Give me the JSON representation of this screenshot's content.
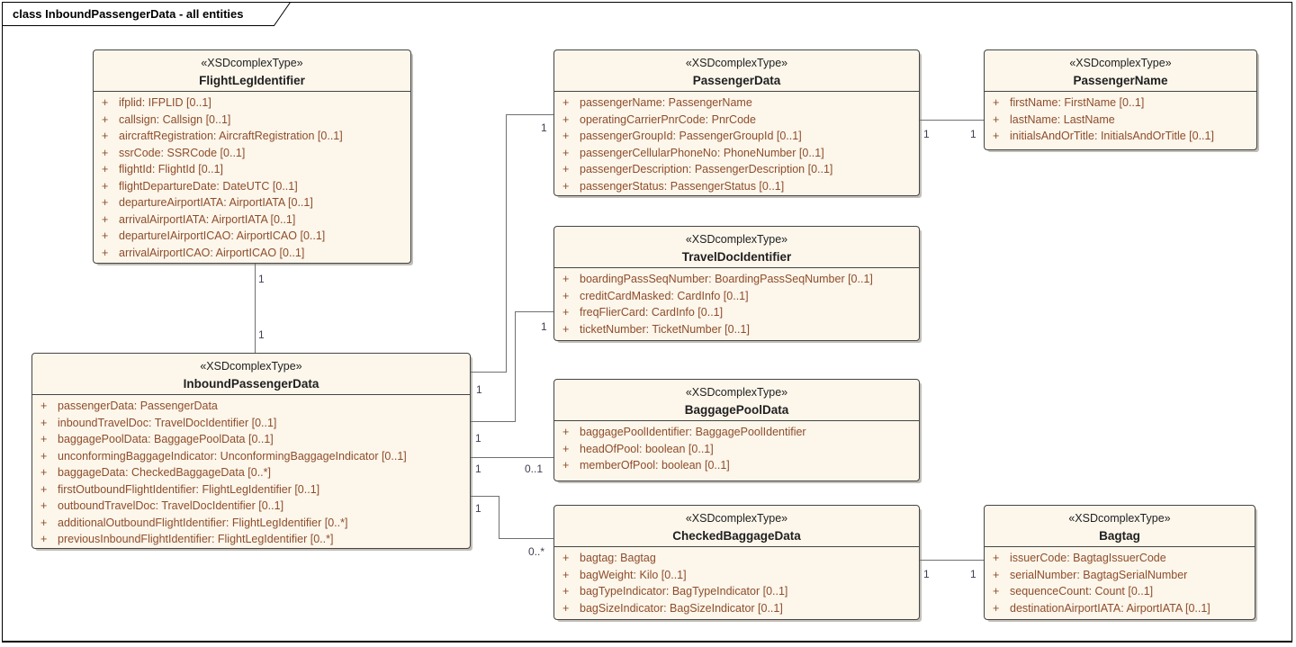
{
  "frame": {
    "title": "class InboundPassengerData - all entities"
  },
  "visibility_marker": "+",
  "colors": {
    "background": "#FFFFFF",
    "frame_border": "#000000",
    "box_fill": "#FCF6EB",
    "box_border": "#454545",
    "box_shadow": "#C3BFB7",
    "class_name_text": "#1F1F1F",
    "attribute_text": "#8E4D2A",
    "connector_line": "#707070",
    "multiplicity_text": "#3E3E52"
  },
  "classes": [
    {
      "stereotype": "«XSDcomplexType»",
      "name": "FlightLegIdentifier",
      "attributes": [
        "ifplid: IFPLID [0..1]",
        "callsign: Callsign [0..1]",
        "aircraftRegistration: AircraftRegistration [0..1]",
        "ssrCode: SSRCode [0..1]",
        "flightId: FlightId [0..1]",
        "flightDepartureDate: DateUTC [0..1]",
        "departureAirportIATA: AirportIATA [0..1]",
        "arrivalAirportIATA: AirportIATA [0..1]",
        "departureIAirportICAO: AirportICAO [0..1]",
        "arrivalAirportICAO: AirportICAO [0..1]"
      ]
    },
    {
      "stereotype": "«XSDcomplexType»",
      "name": "PassengerData",
      "attributes": [
        "passengerName: PassengerName",
        "operatingCarrierPnrCode: PnrCode",
        "passengerGroupId: PassengerGroupId [0..1]",
        "passengerCellularPhoneNo: PhoneNumber [0..1]",
        "passengerDescription: PassengerDescription [0..1]",
        "passengerStatus: PassengerStatus [0..1]"
      ]
    },
    {
      "stereotype": "«XSDcomplexType»",
      "name": "PassengerName",
      "attributes": [
        "firstName: FirstName [0..1]",
        "lastName: LastName",
        "initialsAndOrTitle: InitialsAndOrTitle [0..1]"
      ]
    },
    {
      "stereotype": "«XSDcomplexType»",
      "name": "TravelDocIdentifier",
      "attributes": [
        "boardingPassSeqNumber: BoardingPassSeqNumber [0..1]",
        "creditCardMasked: CardInfo [0..1]",
        "freqFlierCard: CardInfo [0..1]",
        "ticketNumber: TicketNumber [0..1]"
      ]
    },
    {
      "stereotype": "«XSDcomplexType»",
      "name": "InboundPassengerData",
      "attributes": [
        "passengerData: PassengerData",
        "inboundTravelDoc: TravelDocIdentifier [0..1]",
        "baggagePoolData: BaggagePoolData [0..1]",
        "unconformingBaggageIndicator: UnconformingBaggageIndicator [0..1]",
        "baggageData: CheckedBaggageData [0..*]",
        "firstOutboundFlightIdentifier: FlightLegIdentifier [0..1]",
        "outboundTravelDoc: TravelDocIdentifier [0..1]",
        "additionalOutboundFlightIdentifier: FlightLegIdentifier [0..*]",
        "previousInboundFlightIdentifier: FlightLegIdentifier [0..*]"
      ]
    },
    {
      "stereotype": "«XSDcomplexType»",
      "name": "BaggagePoolData",
      "attributes": [
        "baggagePoolIdentifier: BaggagePoolIdentifier",
        "headOfPool: boolean [0..1]",
        "memberOfPool: boolean [0..1]"
      ]
    },
    {
      "stereotype": "«XSDcomplexType»",
      "name": "CheckedBaggageData",
      "attributes": [
        "bagtag: Bagtag",
        "bagWeight: Kilo [0..1]",
        "bagTypeIndicator: BagTypeIndicator [0..1]",
        "bagSizeIndicator: BagSizeIndicator [0..1]"
      ]
    },
    {
      "stereotype": "«XSDcomplexType»",
      "name": "Bagtag",
      "attributes": [
        "issuerCode: BagtagIssuerCode",
        "serialNumber: BagtagSerialNumber",
        "sequenceCount: Count [0..1]",
        "destinationAirportIATA: AirportIATA [0..1]"
      ]
    }
  ],
  "connectors": [
    {
      "from": "FlightLegIdentifier",
      "to": "InboundPassengerData",
      "from_label": "1",
      "to_label": "1"
    },
    {
      "from": "PassengerData",
      "to": "InboundPassengerData",
      "from_label": "1",
      "to_label": "1"
    },
    {
      "from": "TravelDocIdentifier",
      "to": "InboundPassengerData",
      "from_label": "1",
      "to_label": "1"
    },
    {
      "from": "BaggagePoolData",
      "to": "InboundPassengerData",
      "from_label": "0..1",
      "to_label": "1"
    },
    {
      "from": "CheckedBaggageData",
      "to": "InboundPassengerData",
      "from_label": "0..*",
      "to_label": "1"
    },
    {
      "from": "PassengerData",
      "to": "PassengerName",
      "from_label": "1",
      "to_label": "1"
    },
    {
      "from": "CheckedBaggageData",
      "to": "Bagtag",
      "from_label": "1",
      "to_label": "1"
    }
  ]
}
